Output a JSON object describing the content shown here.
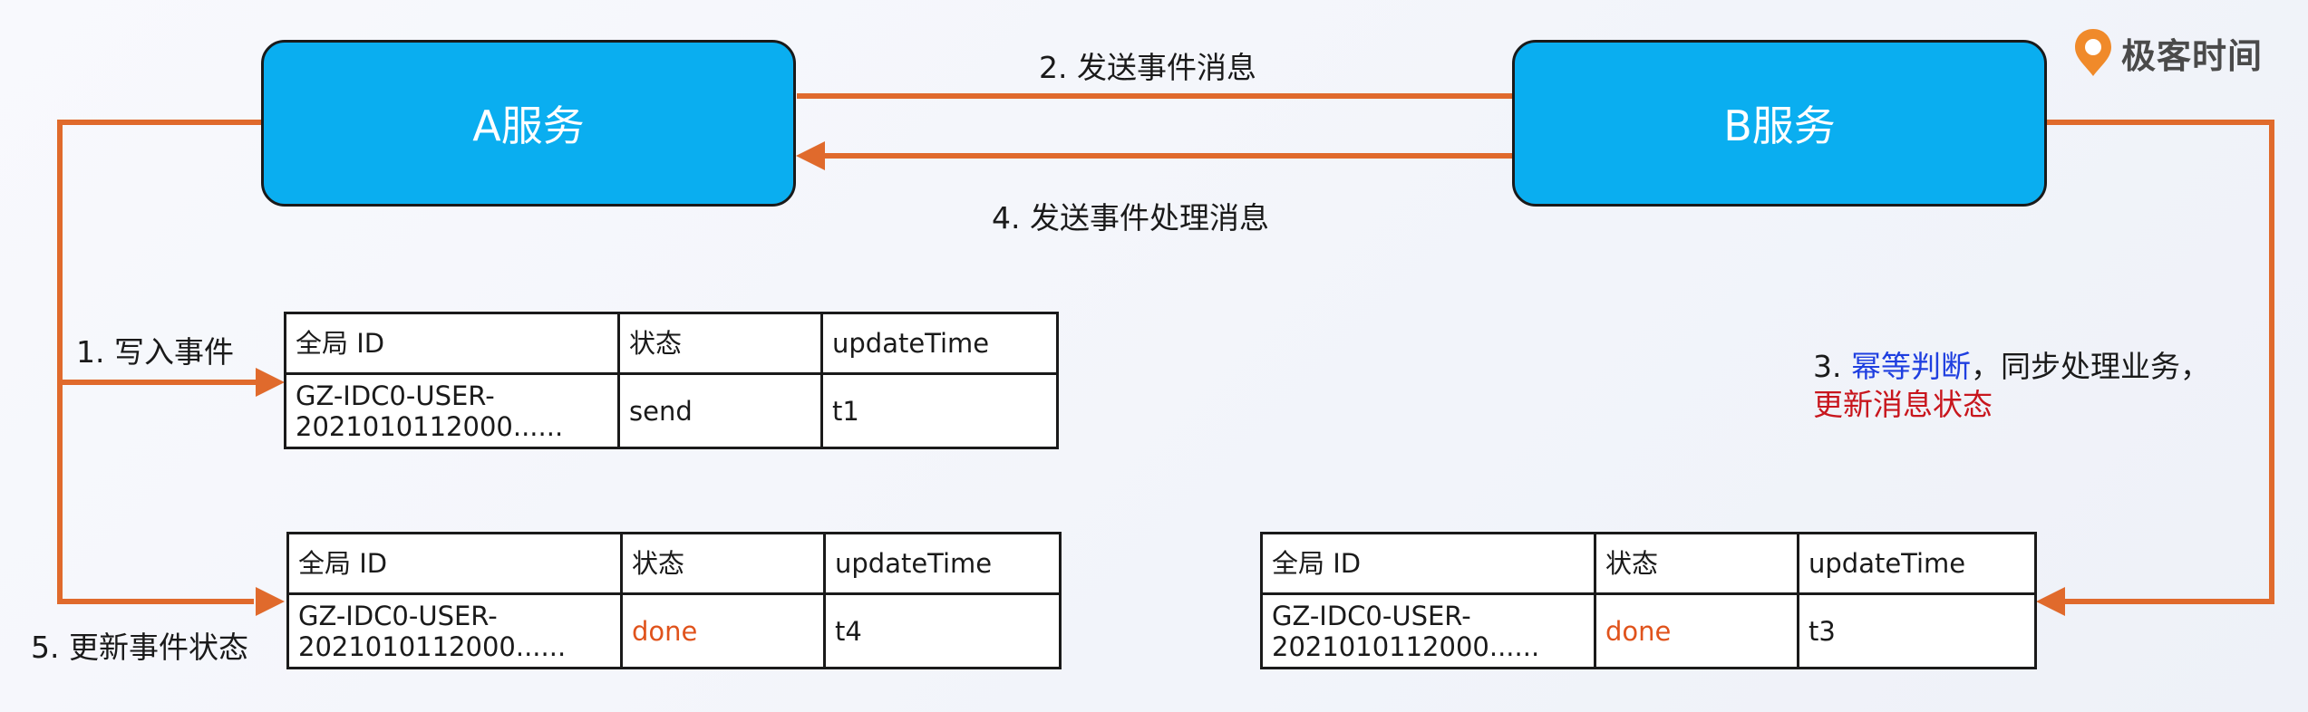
{
  "brand": {
    "logo_text": "极客时间",
    "logo_icon": "geektime-logo-icon",
    "logo_color": "#f08a2a"
  },
  "colors": {
    "service_fill": "#0aaef0",
    "arrow": "#e06a2c",
    "highlight_blue": "#1f3fe0",
    "highlight_red": "#c8161d",
    "status_done": "#e0531c"
  },
  "services": {
    "a": "A服务",
    "b": "B服务"
  },
  "steps": {
    "step1": "1. 写入事件",
    "step2": "2. 发送事件消息",
    "step3_prefix": "3. ",
    "step3_highlight": "幂等判断",
    "step3_rest": "，同步处理业务，",
    "step3_line2": "更新消息状态",
    "step4": "4. 发送事件处理消息",
    "step5": "5. 更新事件状态"
  },
  "tables": {
    "headers": [
      "全局 ID",
      "状态",
      "updateTime"
    ],
    "table1": {
      "id_line1": "GZ-IDC0-USER-",
      "id_line2": "2021010112000......",
      "status": "send",
      "time": "t1"
    },
    "table2": {
      "id_line1": "GZ-IDC0-USER-",
      "id_line2": "2021010112000......",
      "status": "done",
      "time": "t4"
    },
    "table3": {
      "id_line1": "GZ-IDC0-USER-",
      "id_line2": "2021010112000......",
      "status": "done",
      "time": "t3"
    }
  }
}
